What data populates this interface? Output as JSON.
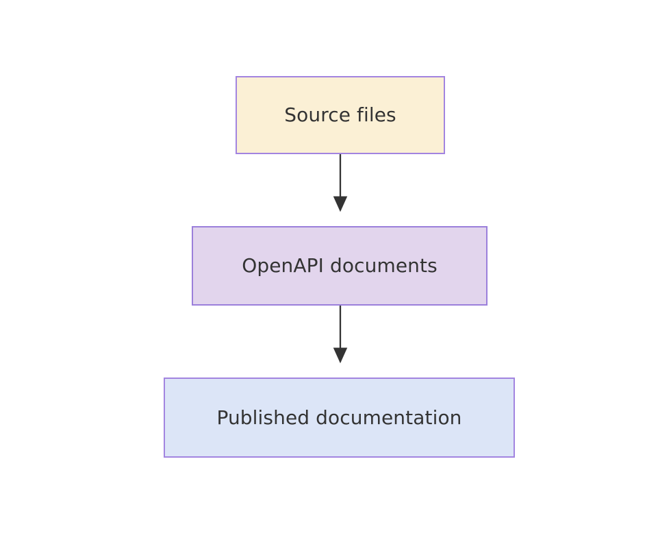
{
  "diagram": {
    "type": "flowchart",
    "direction": "top-to-bottom",
    "background_color": "#ffffff",
    "title": "",
    "nodes": [
      {
        "id": "source-files",
        "label": "Source files",
        "fill_color": "#fbf0d5",
        "border_color": "#a284e0",
        "text_color": "#333333"
      },
      {
        "id": "openapi-documents",
        "label": "OpenAPI documents",
        "fill_color": "#e2d5ed",
        "border_color": "#9b7fdb",
        "text_color": "#333333"
      },
      {
        "id": "published-documentation",
        "label": "Published documentation",
        "fill_color": "#dce5f7",
        "border_color": "#a284e0",
        "text_color": "#333333"
      }
    ],
    "edges": [
      {
        "id": "edge-source-to-openapi",
        "from": "source-files",
        "to": "openapi-documents",
        "label": "",
        "color": "#333333",
        "arrowhead": "solid-triangle"
      },
      {
        "id": "edge-openapi-to-published",
        "from": "openapi-documents",
        "to": "published-documentation",
        "label": "",
        "color": "#333333",
        "arrowhead": "solid-triangle"
      }
    ]
  }
}
